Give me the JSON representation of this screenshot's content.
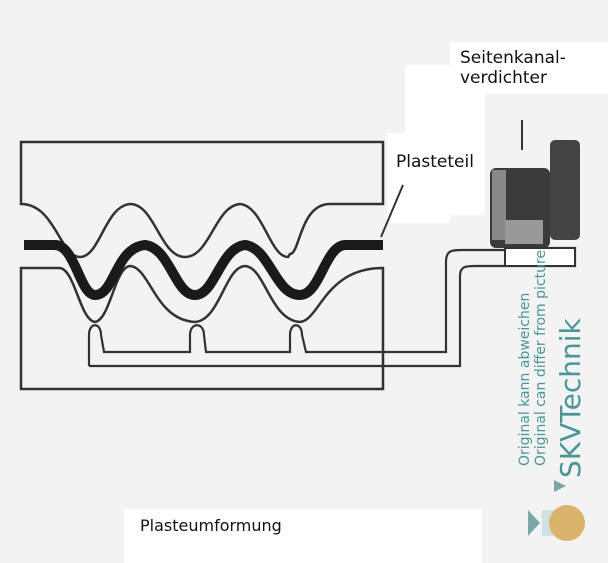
{
  "diagram": {
    "title": "Plasteumformung",
    "labels": {
      "compressor": [
        "Seitenkanal-",
        "verdichter"
      ],
      "part": "Plasteteil"
    },
    "components": [
      "upper-mold",
      "lower-mold",
      "plastic-part",
      "vacuum-channels",
      "vacuum-pipe",
      "side-channel-compressor"
    ]
  },
  "watermark": {
    "brand": "SKVTechnik",
    "note_de": "Original kann abweichen",
    "note_en": "Original can differ from picture",
    "colors": {
      "teal": "#4a9696",
      "gold": "#d9b46a"
    }
  }
}
